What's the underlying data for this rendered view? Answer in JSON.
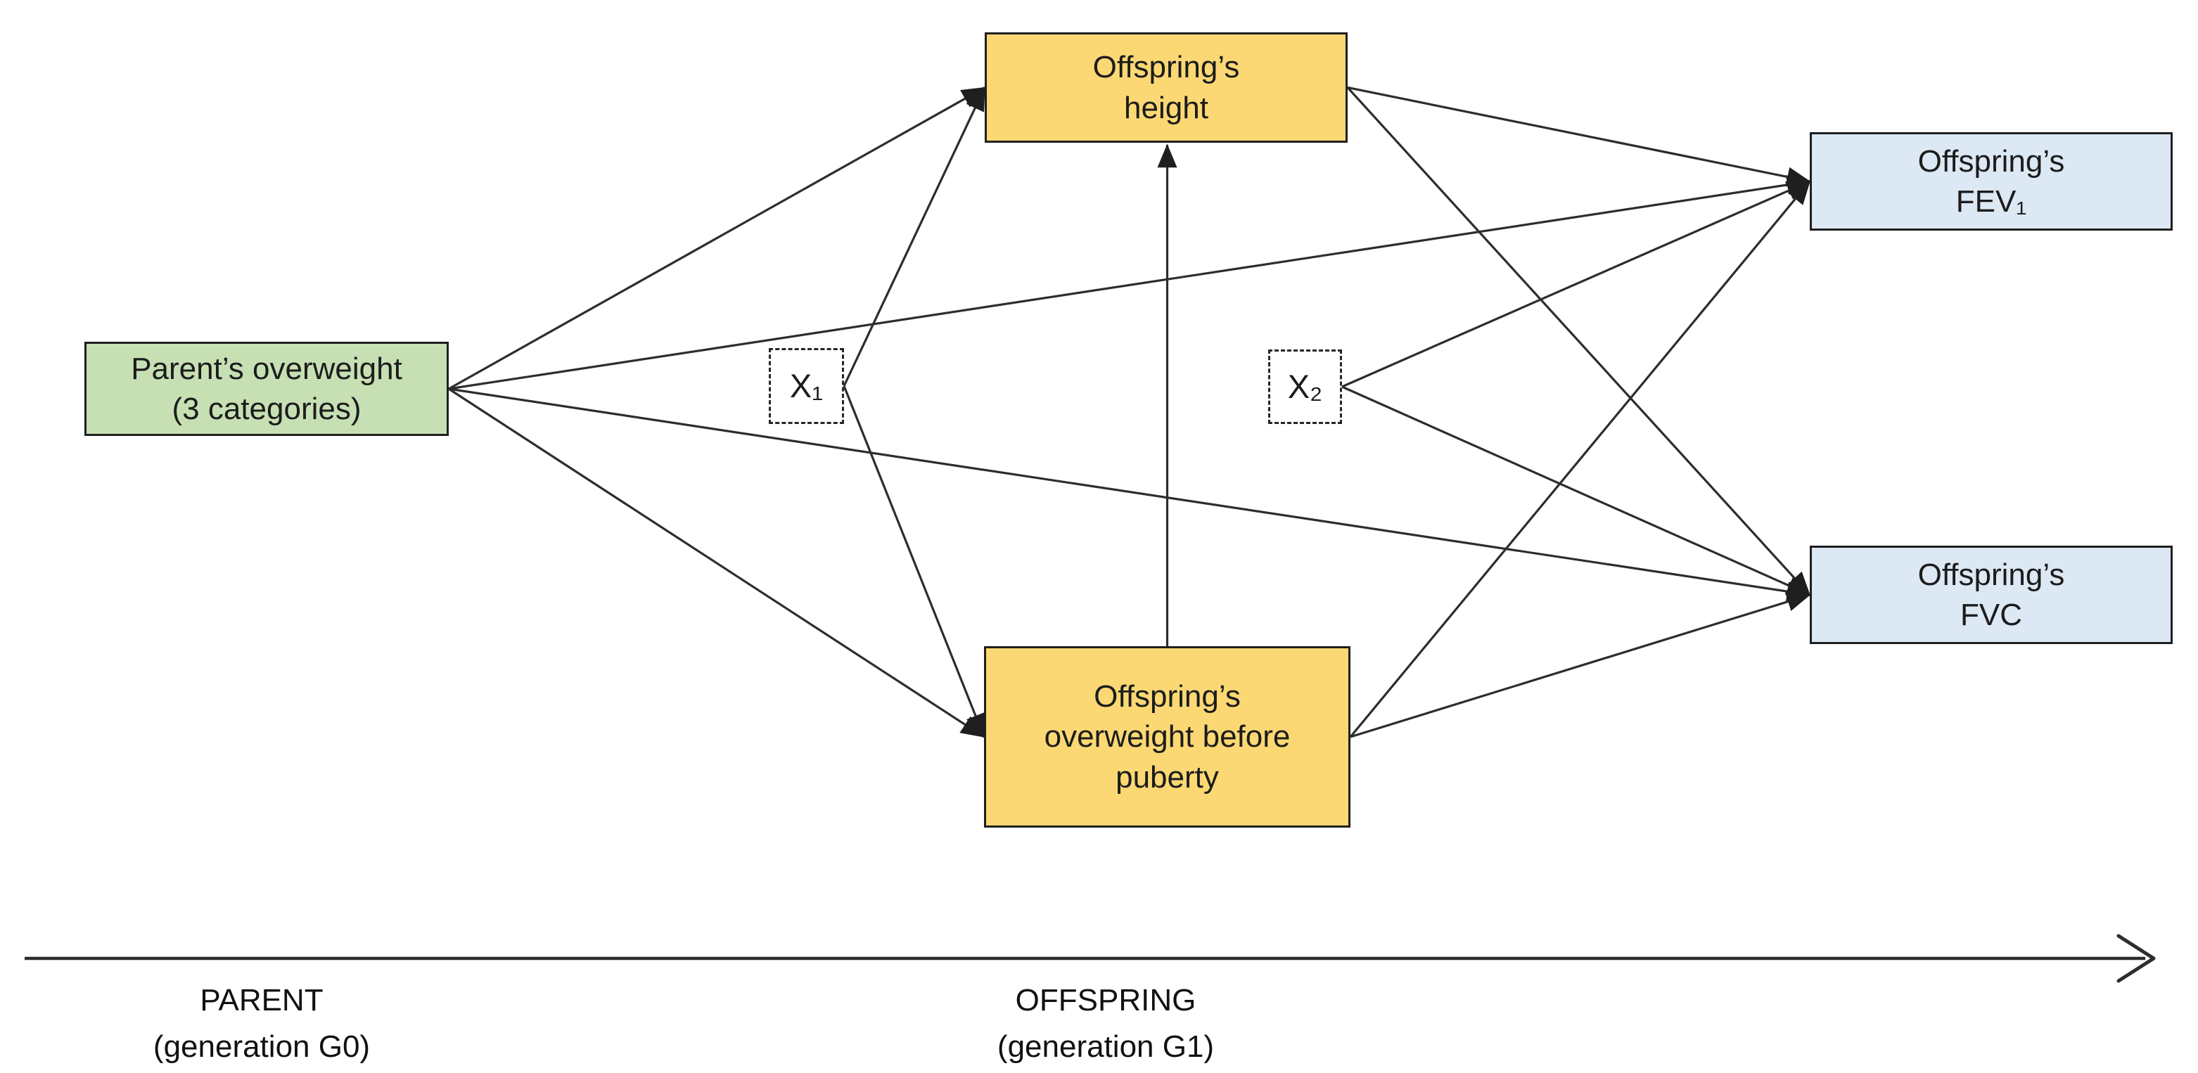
{
  "diagram": {
    "title_semantic": "Directed acyclic graph of parent overweight and offspring lung function",
    "nodes": {
      "parent": {
        "label": "Parent’s overweight\n(3 categories)",
        "fill": "#c6e0b4",
        "kind": "exposure"
      },
      "height": {
        "label": "Offspring’s\nheight",
        "fill": "#fbd873",
        "kind": "mediator"
      },
      "overweight": {
        "label": "Offspring’s\noverweight before\npuberty",
        "fill": "#fbd873",
        "kind": "mediator"
      },
      "fev1": {
        "label": "Offspring’s\nFEV₁",
        "fill": "#dce8f3",
        "kind": "outcome"
      },
      "fvc": {
        "label": "Offspring’s\nFVC",
        "fill": "#dce8f3",
        "kind": "outcome"
      },
      "x1": {
        "label": "X₁",
        "fill": "#ffffff",
        "kind": "unmeasured-confounder"
      },
      "x2": {
        "label": "X₂",
        "fill": "#ffffff",
        "kind": "unmeasured-confounder"
      }
    },
    "edges": [
      {
        "from": "parent",
        "to": "height"
      },
      {
        "from": "parent",
        "to": "fev1"
      },
      {
        "from": "parent",
        "to": "fvc"
      },
      {
        "from": "parent",
        "to": "overweight"
      },
      {
        "from": "x1",
        "to": "height"
      },
      {
        "from": "x1",
        "to": "overweight"
      },
      {
        "from": "x2",
        "to": "fev1"
      },
      {
        "from": "x2",
        "to": "fvc"
      },
      {
        "from": "height",
        "to": "fev1"
      },
      {
        "from": "height",
        "to": "fvc"
      },
      {
        "from": "overweight",
        "to": "fev1"
      },
      {
        "from": "overweight",
        "to": "fvc"
      },
      {
        "from": "overweight",
        "to": "height",
        "route": "vertical"
      }
    ],
    "timeline": {
      "left_label": "PARENT\n(generation G0)",
      "right_label": "OFFSPRING\n(generation G1)"
    },
    "colors": {
      "exposure_fill": "#c6e0b4",
      "mediator_fill": "#fbd873",
      "outcome_fill": "#dce8f3",
      "border": "#1f1f1f",
      "line": "#2d2d2d",
      "background": "#ffffff"
    }
  }
}
